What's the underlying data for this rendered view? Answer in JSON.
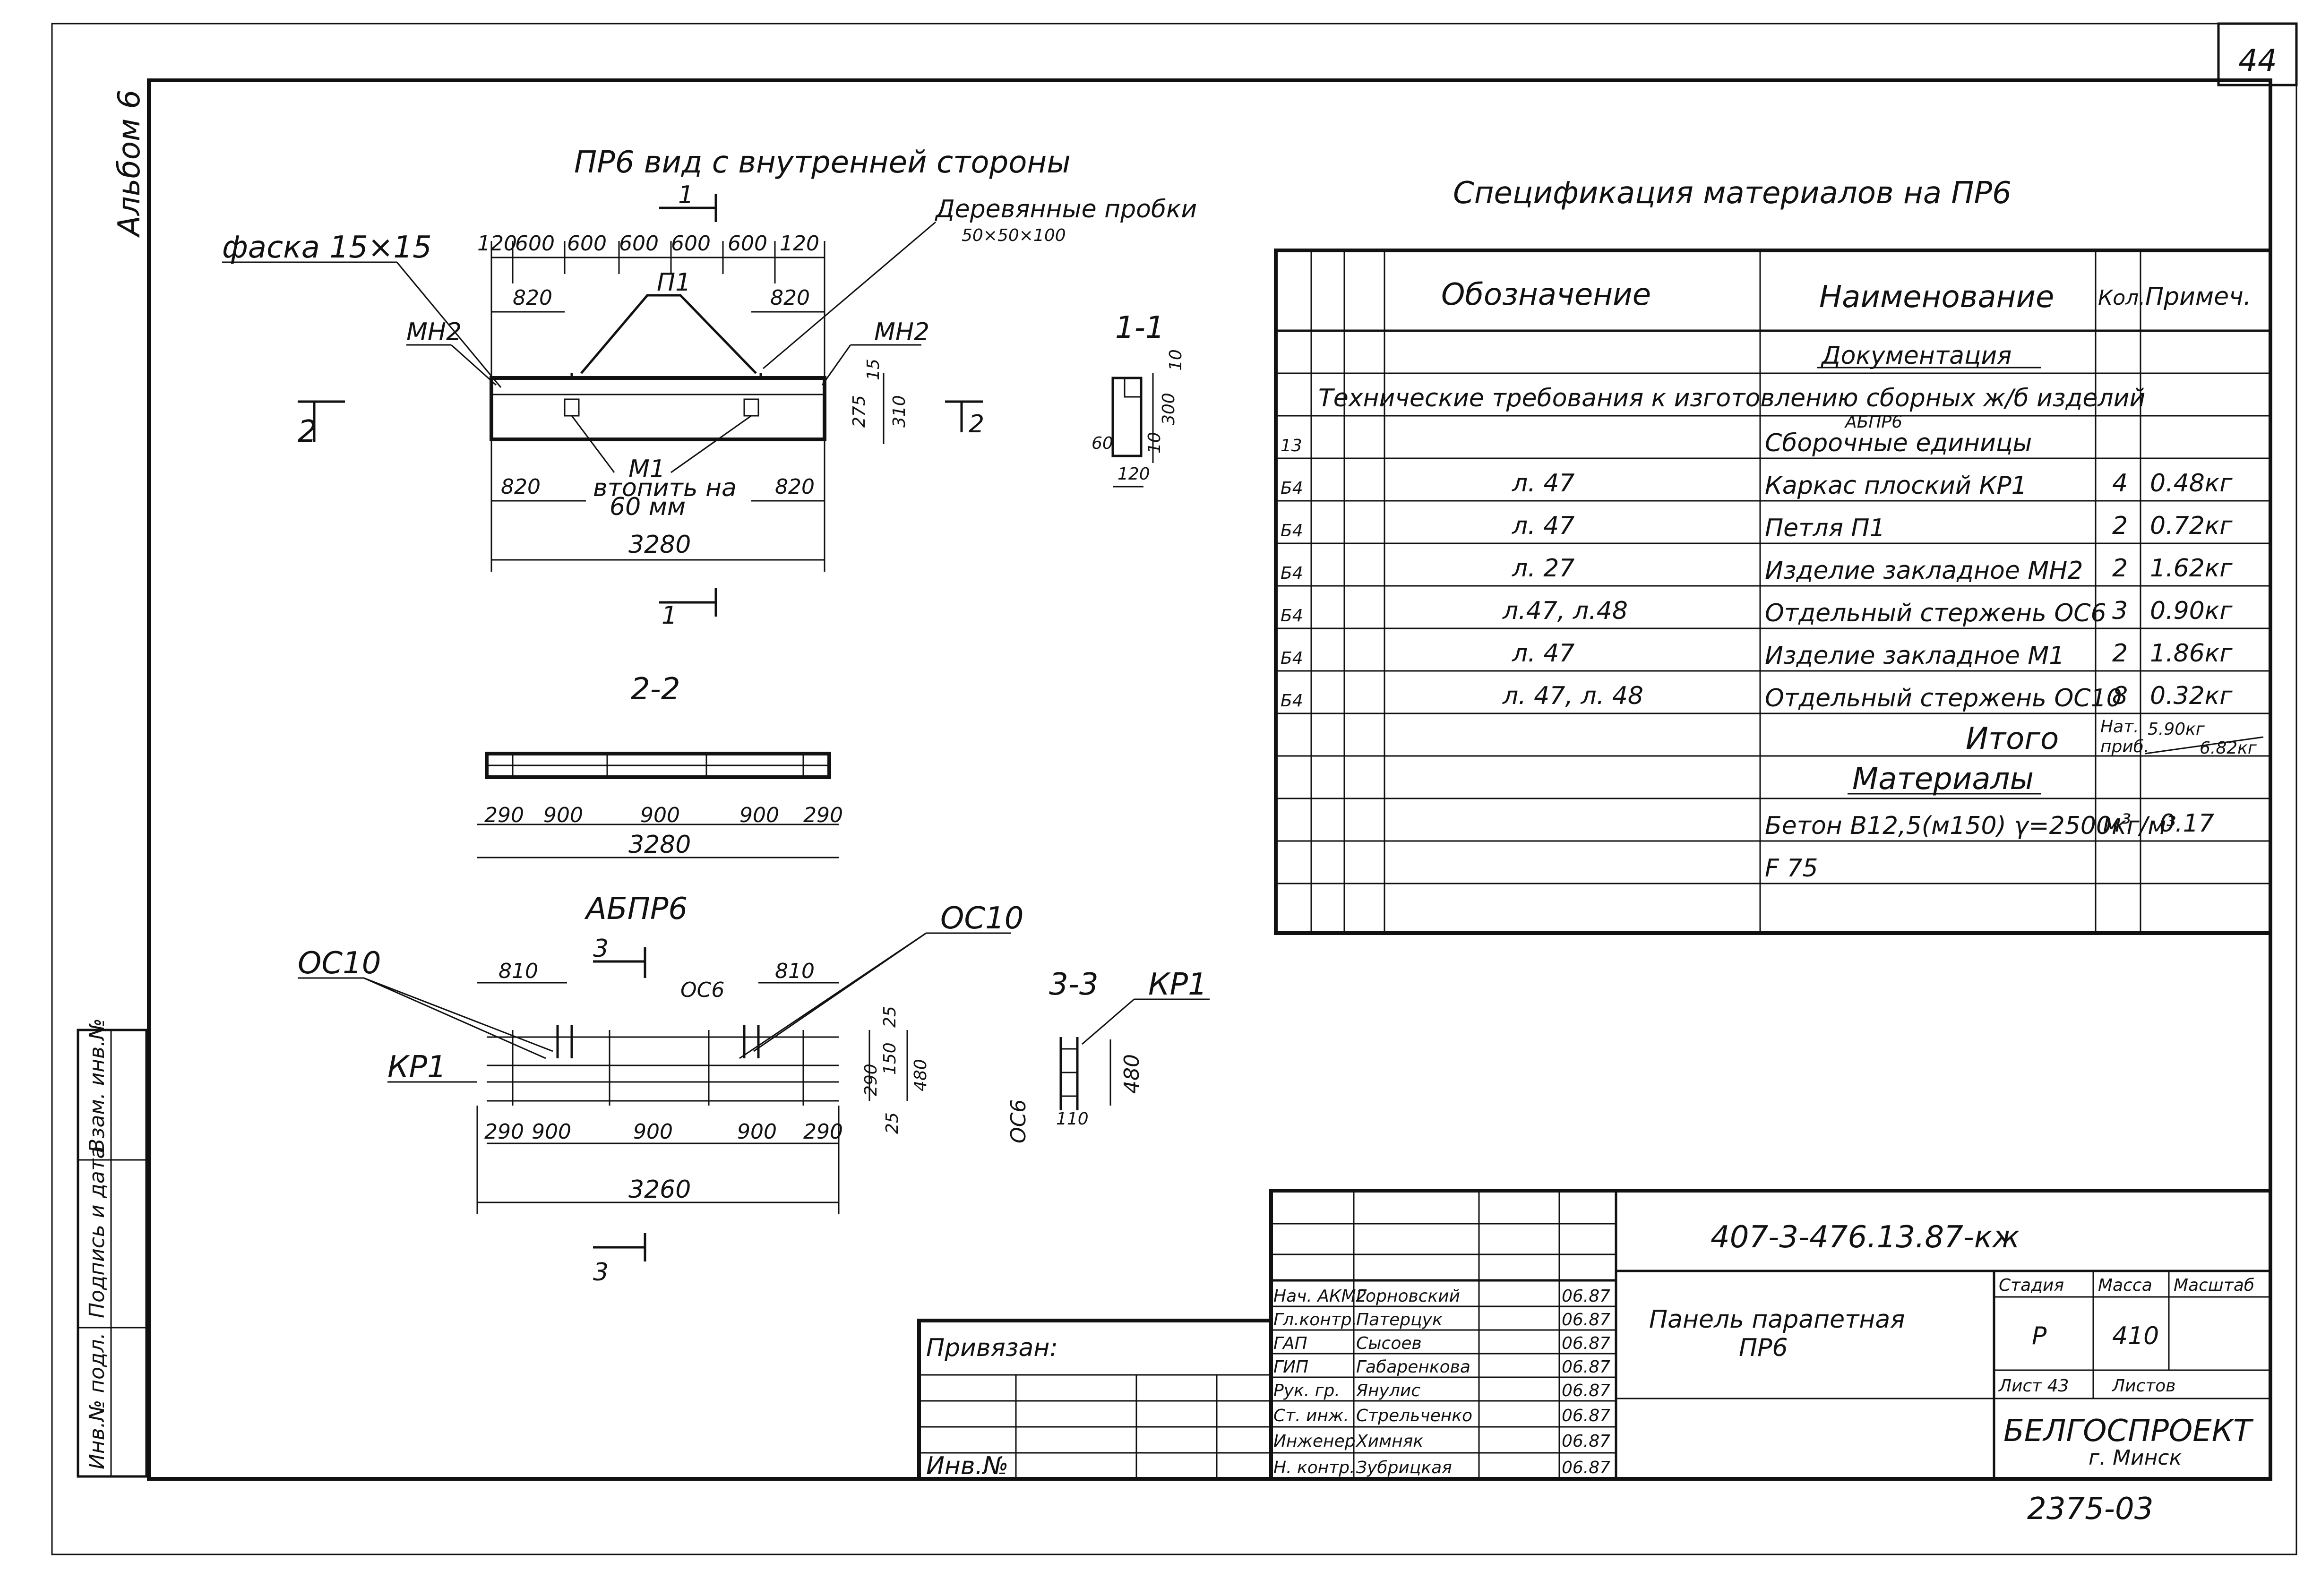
{
  "sheet": {
    "page_number": "44",
    "album": "Альбом 6",
    "drawing_code": "407-3-476.13.87-кж",
    "archive_number": "2375-03"
  },
  "left_strip": {
    "inv_podl": "Инв.№ подл.",
    "podpis_data": "Подпись и дата",
    "vzam_inv": "Взам. инв.№"
  },
  "views": {
    "main_title": "ПР6 вид с внутренней стороны",
    "wood_plugs_label": "Деревянные пробки",
    "wood_plugs_size": "50×50×100",
    "chamfer_label": "фаска 15×15",
    "mn2_left": "МН2",
    "mn2_right": "МН2",
    "p1": "П1",
    "m1": "М1",
    "embed_note_1": "втопить на",
    "embed_note_2": "60 мм",
    "top_dims": [
      "120",
      "600",
      "600",
      "600",
      "600",
      "600",
      "120"
    ],
    "sub_dims_top": [
      "820",
      "820"
    ],
    "sub_dims_bottom": [
      "820",
      "820"
    ],
    "total_3280": "3280",
    "side_dims": [
      "15",
      "275",
      "310"
    ],
    "sec1_top": "1",
    "sec1_bottom": "1",
    "sec2_left": "2",
    "sec2_right": "2",
    "section_11_title": "1-1",
    "section_11_dims": [
      "10",
      "300",
      "60",
      "120",
      "10"
    ],
    "section_22_title": "2-2",
    "section_22_dims": [
      "290",
      "900",
      "900",
      "900",
      "290"
    ],
    "section_22_total": "3280",
    "abpr6_title": "АБПР6",
    "oc10_left": "ОС10",
    "oc10_right": "ОС10",
    "oc6": "ОС6",
    "kp1_left": "КР1",
    "abpr6_top_dims": [
      "810",
      "810"
    ],
    "abpr6_bottom_dims": [
      "290",
      "900",
      "900",
      "900",
      "290"
    ],
    "abpr6_total": "3260",
    "abpr6_side_dims": [
      "25",
      "290",
      "150",
      "25",
      "480"
    ],
    "sec3_top": "3",
    "sec3_bottom": "3",
    "section_33_title": "3-3",
    "section_33_kp1": "КР1",
    "section_33_oc6": "ОС6",
    "section_33_dims": [
      "480",
      "110"
    ]
  },
  "spec": {
    "title": "Спецификация материалов на ПР6",
    "headers": {
      "designation": "Обозначение",
      "name": "Наименование",
      "qty": "Кол.",
      "note": "Примеч."
    },
    "section_docs": "Документация",
    "tech_req": "Технические требования к изготовлению сборных ж/б изделий",
    "abpr6": "АБПР6",
    "assemblies": "Сборочные единицы",
    "rows": [
      {
        "pos": "Б4",
        "designation": "л. 47",
        "name": "Каркас плоский  КР1",
        "qty": "4",
        "note": "0.48кг"
      },
      {
        "pos": "Б4",
        "designation": "л. 47",
        "name": "Петля  П1",
        "qty": "2",
        "note": "0.72кг"
      },
      {
        "pos": "Б4",
        "designation": "л. 27",
        "name": "Изделие закладное  МН2",
        "qty": "2",
        "note": "1.62кг"
      },
      {
        "pos": "Б4",
        "designation": "л.47, л.48",
        "name": "Отдельный стержень ОС6",
        "qty": "3",
        "note": "0.90кг"
      },
      {
        "pos": "Б4",
        "designation": "л. 47",
        "name": "Изделие закладное  М1",
        "qty": "2",
        "note": "1.86кг"
      },
      {
        "pos": "Б4",
        "designation": "л. 47, л. 48",
        "name": "Отдельный стержень ОС10",
        "qty": "8",
        "note": "0.32кг"
      }
    ],
    "pos_13": "13",
    "total_label": "Итого",
    "total_qty_1": "Нат.",
    "total_qty_2": "приб.",
    "total_note_1": "5.90кг",
    "total_note_2": "6.82кг",
    "materials_label": "Материалы",
    "concrete": "Бетон В12,5(м150) γ=2500кг/м³",
    "concrete_unit": "м³",
    "concrete_qty": "0.17",
    "frost": "F 75"
  },
  "title_block": {
    "privyazan": "Привязан:",
    "inv_no": "Инв.№",
    "staff": [
      {
        "role": "Нач. АКМ2",
        "name": "Горновский",
        "date": "06.87"
      },
      {
        "role": "Гл.контр.",
        "name": "Патерцук",
        "date": "06.87"
      },
      {
        "role": "ГАП",
        "name": "Сысоев",
        "date": "06.87"
      },
      {
        "role": "ГИП",
        "name": "Габаренкова",
        "date": "06.87"
      },
      {
        "role": "Рук. гр.",
        "name": "Янулис",
        "date": "06.87"
      },
      {
        "role": "Ст. инж.",
        "name": "Стрельченко",
        "date": "06.87"
      },
      {
        "role": "Инженер",
        "name": "Химняк",
        "date": "06.87"
      },
      {
        "role": "Н. контр.",
        "name": "Зубрицкая",
        "date": "06.87"
      }
    ],
    "product_name_1": "Панель парапетная",
    "product_name_2": "ПР6",
    "stage_label": "Стадия",
    "mass_label": "Масса",
    "scale_label": "Масштаб",
    "stage": "Р",
    "mass": "410",
    "sheet_label": "Лист 43",
    "sheets_label": "Листов",
    "org_1": "БЕЛГОСПРОЕКТ",
    "org_2": "г. Минск"
  }
}
